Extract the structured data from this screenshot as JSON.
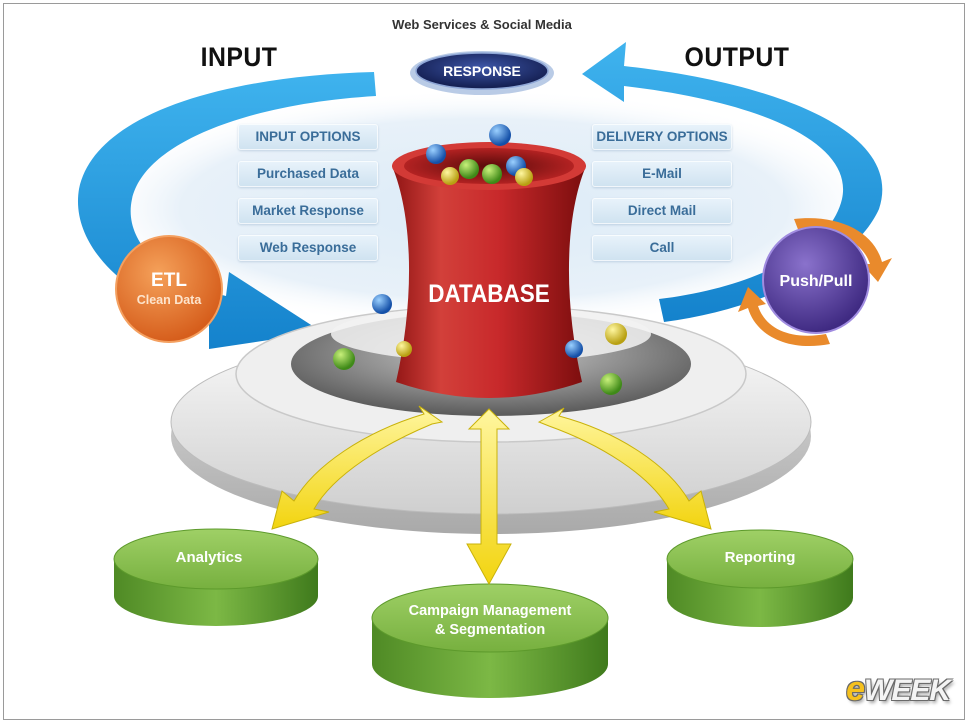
{
  "header": {
    "input_title": "INPUT",
    "output_title": "OUTPUT",
    "top_caption": "Web Services & Social Media",
    "response_label": "RESPONSE"
  },
  "input_options": {
    "heading": "INPUT OPTIONS",
    "items": [
      "Purchased Data",
      "Market Response",
      "Web Response"
    ]
  },
  "delivery_options": {
    "heading": "DELIVERY OPTIONS",
    "items": [
      "E-Mail",
      "Direct Mail",
      "Call"
    ]
  },
  "etl": {
    "title": "ETL",
    "subtitle": "Clean Data"
  },
  "push_pull": {
    "label": "Push/Pull"
  },
  "database": {
    "label": "DATABASE"
  },
  "outputs": {
    "analytics": "Analytics",
    "reporting": "Reporting",
    "campaign_line1": "Campaign Management",
    "campaign_line2": "& Segmentation"
  },
  "brand": {
    "e": "e",
    "rest": "WEEK"
  },
  "colors": {
    "arrow_blue": "#1e9be0",
    "database_red": "#c8292b",
    "etl_orange": "#e2722a",
    "push_pull_purple": "#5a3f9b",
    "cylinder_green": "#6aa83a",
    "yellow_arrow": "#f5e21b",
    "response_navy": "#1f2f70"
  }
}
